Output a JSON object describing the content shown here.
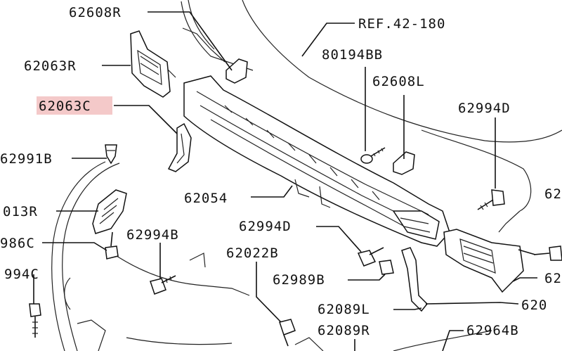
{
  "diagram": {
    "reference_label": "REF.42-180",
    "highlight_color": "#f4c9c9",
    "labels": [
      {
        "id": "l_62608r",
        "text": "62608R"
      },
      {
        "id": "l_62063r",
        "text": "62063R"
      },
      {
        "id": "l_62063c",
        "text": "62063C",
        "highlighted": true
      },
      {
        "id": "l_62991b",
        "text": "62991B"
      },
      {
        "id": "l_013r",
        "text": "013R"
      },
      {
        "id": "l_986c",
        "text": "986C"
      },
      {
        "id": "l_994c",
        "text": "994C"
      },
      {
        "id": "l_80194bb",
        "text": "80194BB"
      },
      {
        "id": "l_62608l",
        "text": "62608L"
      },
      {
        "id": "l_62994d_r",
        "text": "62994D"
      },
      {
        "id": "l_62054",
        "text": "62054"
      },
      {
        "id": "l_62994d_c",
        "text": "62994D"
      },
      {
        "id": "l_62994b",
        "text": "62994B"
      },
      {
        "id": "l_62022b",
        "text": "62022B"
      },
      {
        "id": "l_62989b",
        "text": "62989B"
      },
      {
        "id": "l_62089l",
        "text": "62089L"
      },
      {
        "id": "l_62089r",
        "text": "62089R"
      },
      {
        "id": "l_62964b",
        "text": "62964B"
      },
      {
        "id": "l_62_edge1",
        "text": "62"
      },
      {
        "id": "l_62_edge2",
        "text": "62"
      },
      {
        "id": "l_620_edge",
        "text": "620"
      }
    ]
  }
}
